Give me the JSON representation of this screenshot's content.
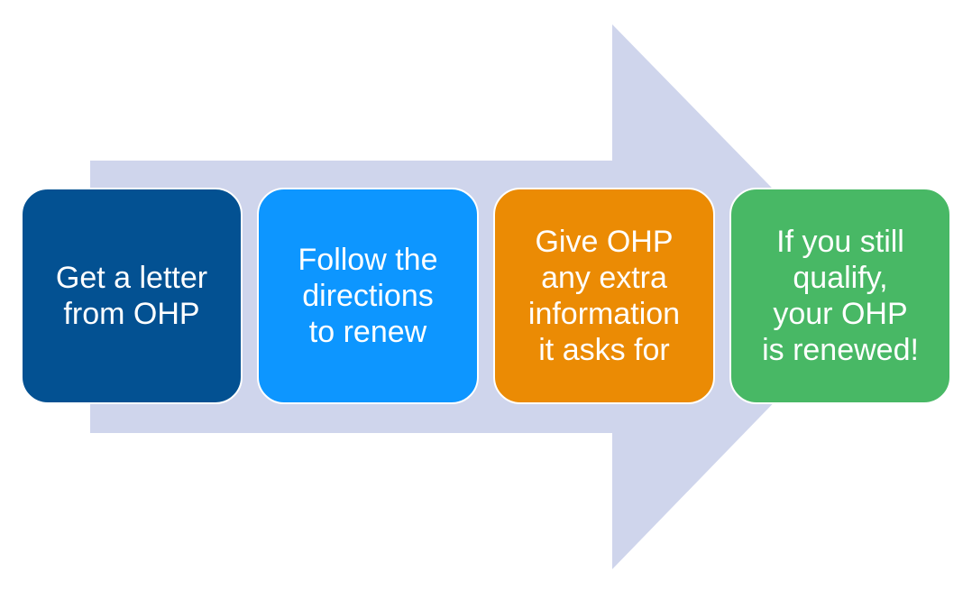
{
  "background_arrow": {
    "color": "#cfd5ec"
  },
  "steps": [
    {
      "text": "Get a letter\nfrom OHP",
      "color": "#035192"
    },
    {
      "text": "Follow the\ndirections\nto renew",
      "color": "#0d96ff"
    },
    {
      "text": "Give OHP\nany extra\ninformation\nit asks for",
      "color": "#eb8b04"
    },
    {
      "text": "If you still\nqualify,\nyour OHP\nis renewed!",
      "color": "#48b865"
    }
  ]
}
